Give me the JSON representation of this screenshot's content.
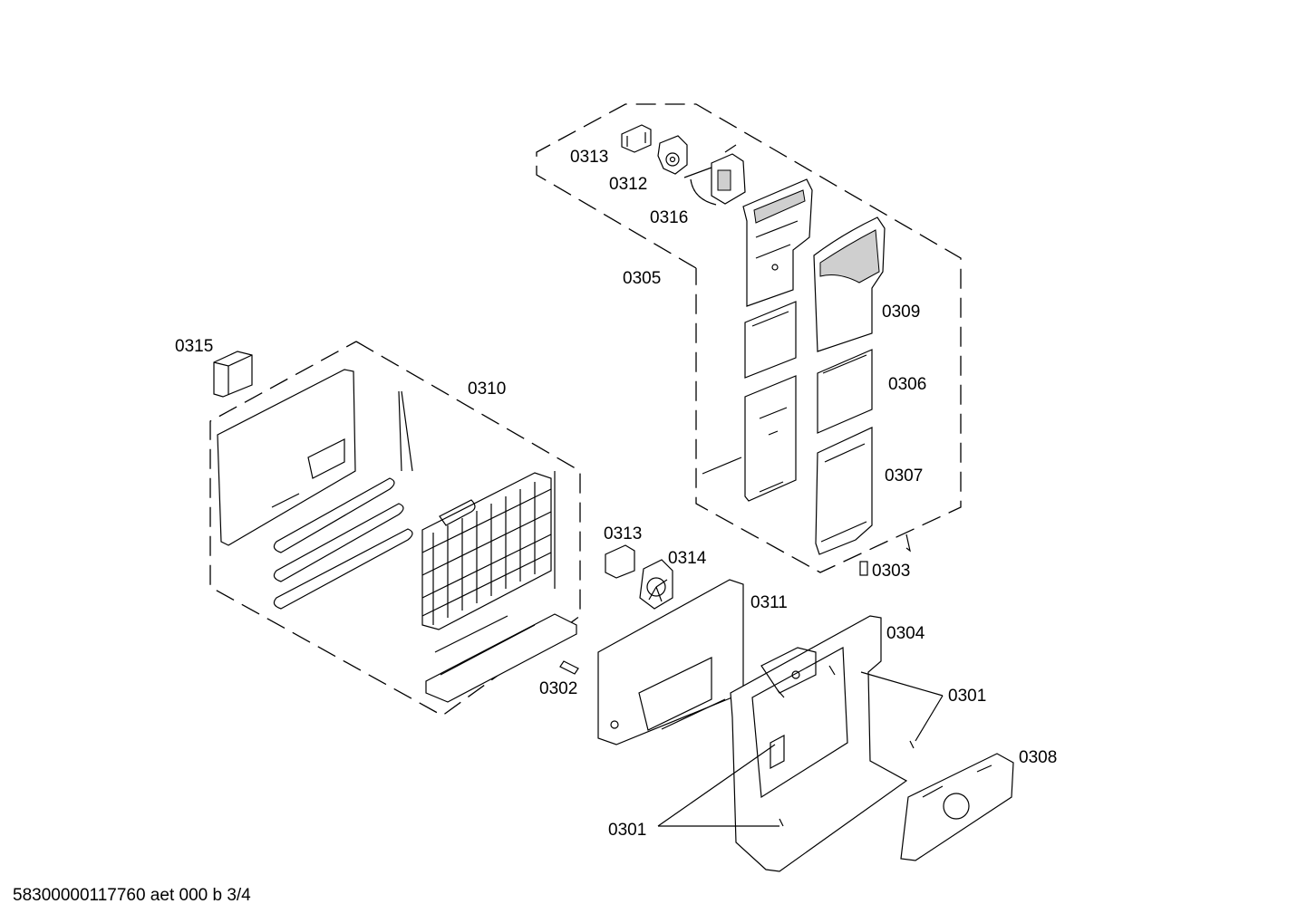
{
  "footer": "58300000117760 aet 000 b 3/4",
  "labels": {
    "p0313_top": "0313",
    "p0312": "0312",
    "p0316": "0316",
    "p0305": "0305",
    "p0309": "0309",
    "p0306": "0306",
    "p0307": "0307",
    "p0303": "0303",
    "p0315": "0315",
    "p0310": "0310",
    "p0313_mid": "0313",
    "p0314": "0314",
    "p0311": "0311",
    "p0304": "0304",
    "p0301_right": "0301",
    "p0302": "0302",
    "p0308": "0308",
    "p0301_left": "0301"
  }
}
